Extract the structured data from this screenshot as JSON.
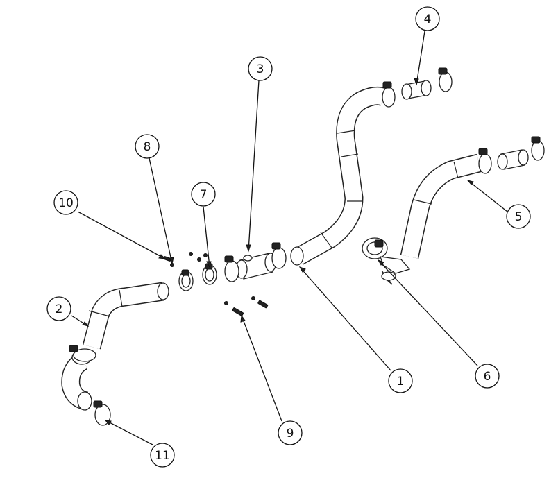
{
  "callouts": [
    {
      "id": "callout-1",
      "label": "1"
    },
    {
      "id": "callout-2",
      "label": "2"
    },
    {
      "id": "callout-3",
      "label": "3"
    },
    {
      "id": "callout-4",
      "label": "4"
    },
    {
      "id": "callout-5",
      "label": "5"
    },
    {
      "id": "callout-6",
      "label": "6"
    },
    {
      "id": "callout-7",
      "label": "7"
    },
    {
      "id": "callout-8",
      "label": "8"
    },
    {
      "id": "callout-9",
      "label": "9"
    },
    {
      "id": "callout-10",
      "label": "10"
    },
    {
      "id": "callout-11",
      "label": "11"
    }
  ]
}
